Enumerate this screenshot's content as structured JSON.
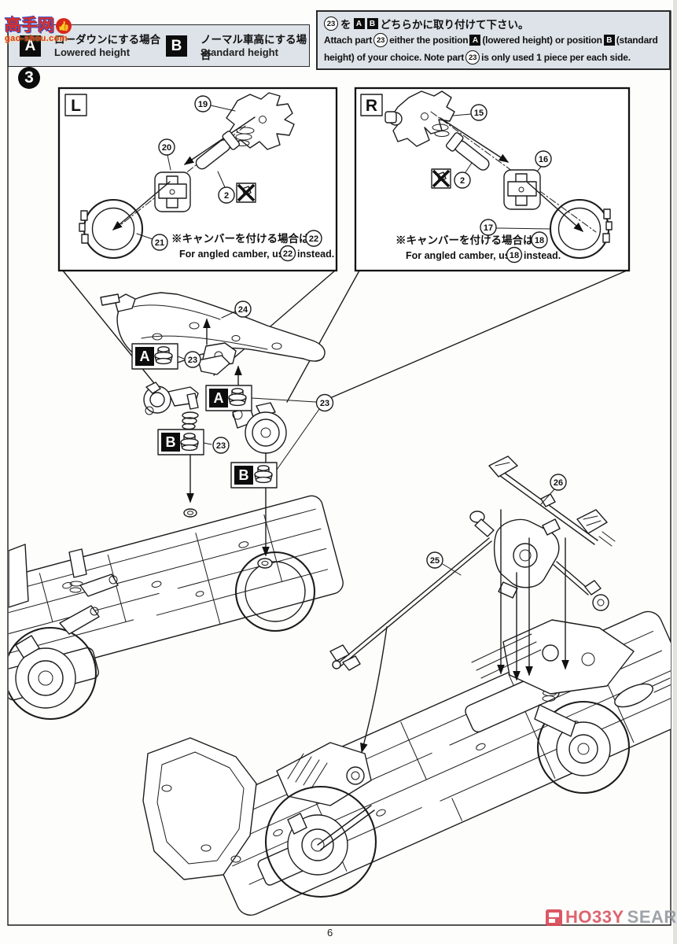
{
  "watermark_gaoshou": {
    "cjk": "高手网",
    "badge": "👍",
    "url": "gao-shou.com"
  },
  "header": {
    "a_badge": "A",
    "a_jp": "ローダウンにする場合",
    "a_en": "Lowered height",
    "b_badge": "B",
    "b_jp": "ノーマル車高にする場合",
    "b_en": "Standard height",
    "note": {
      "p23": "23",
      "l1_pre": "を",
      "l1_post": "どちらかに取り付けて下さい。",
      "l2_s1": "Attach part",
      "l2_s2": "either the position",
      "l2_s3": "(lowered height) or position",
      "l2_s4": "(standard",
      "l3_s1": "height) of your choice. Note part",
      "l3_s2": "is only used 1 piece per each side."
    }
  },
  "step": {
    "number": "3"
  },
  "box_l": {
    "label": "L",
    "p19": "19",
    "p20": "20",
    "p2": "2",
    "p21": "21",
    "note_jp": "※キャンバーを付ける場合は",
    "note_jp_num": "22",
    "note_en_pre": "For angled camber, use",
    "note_en_num": "22",
    "note_en_post": "instead."
  },
  "box_r": {
    "label": "R",
    "p15": "15",
    "p16": "16",
    "p17": "17",
    "p2": "2",
    "note_jp": "※キャンバーを付ける場合は",
    "note_jp_num": "18",
    "note_en_pre": "For angled camber, use",
    "note_en_num": "18",
    "note_en_post": "instead."
  },
  "assembly": {
    "p24": "24",
    "p23": "23",
    "a_badge": "A",
    "b_badge": "B"
  },
  "driveline": {
    "p25": "25",
    "p26": "26"
  },
  "footer": {
    "page_number": "6",
    "logo_hobby": "HO33Y",
    "logo_search": "SEARCH"
  }
}
